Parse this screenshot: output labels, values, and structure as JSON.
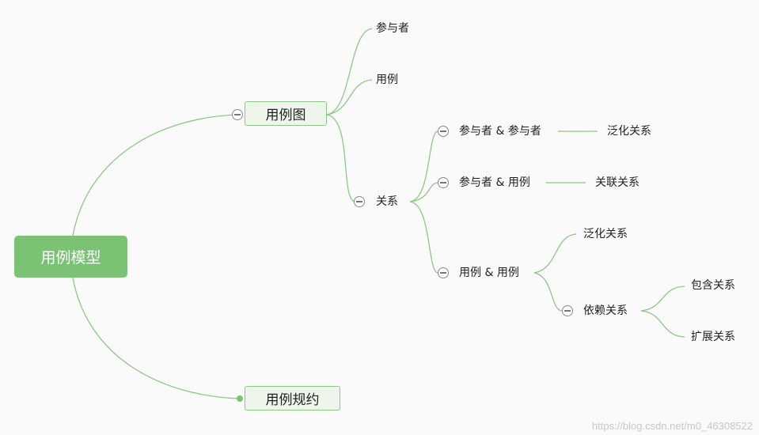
{
  "colors": {
    "branch_line": "#8cc886",
    "root_fill": "#7bc275",
    "box_fill": "#eef6ec",
    "collapse_border": "#888888",
    "watermark": "#c8c8c8"
  },
  "root": {
    "label": "用例模型"
  },
  "branches": {
    "diagram": {
      "label": "用例图",
      "children": {
        "actor": "参与者",
        "usecase": "用例",
        "relations": {
          "label": "关系",
          "items": {
            "actor_actor": {
              "label": "参与者 & 参与者",
              "leaf": "泛化关系"
            },
            "actor_usecase": {
              "label": "参与者 & 用例",
              "leaf": "关联关系"
            },
            "usecase_usecase": {
              "label": "用例 & 用例",
              "generalization": "泛化关系",
              "dependency": {
                "label": "依赖关系",
                "include": "包含关系",
                "extend": "扩展关系"
              }
            }
          }
        }
      }
    },
    "spec": {
      "label": "用例规约"
    }
  },
  "watermark": "https://blog.csdn.net/m0_46308522"
}
